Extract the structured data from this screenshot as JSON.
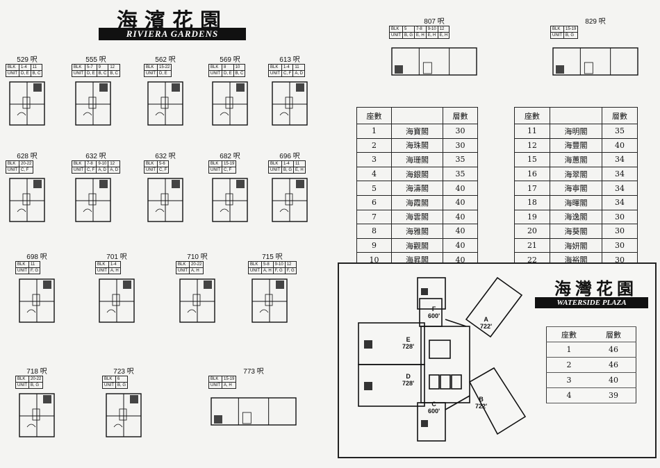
{
  "riviera": {
    "title_cn": "海濱花園",
    "title_en": "RIVIERA GARDENS",
    "plans": [
      {
        "area": "529 呎",
        "blk": [
          "1-4",
          "11"
        ],
        "unit": [
          "D, E",
          "B, C"
        ]
      },
      {
        "area": "555 呎",
        "blk": [
          "5-7",
          "9",
          "12"
        ],
        "unit": [
          "D, E",
          "B, C",
          "B, C"
        ]
      },
      {
        "area": "562 呎",
        "blk": [
          "15-22"
        ],
        "unit": [
          "D, E"
        ]
      },
      {
        "area": "569 呎",
        "blk": [
          "8",
          "10"
        ],
        "unit": [
          "D, E",
          "B, C"
        ]
      },
      {
        "area": "613 呎",
        "blk": [
          "1-4",
          "11"
        ],
        "unit": [
          "C, F",
          "A, D"
        ]
      },
      {
        "area": "628 呎",
        "blk": [
          "20-22"
        ],
        "unit": [
          "C, F"
        ]
      },
      {
        "area": "632 呎",
        "blk": [
          "7-8",
          "9-10",
          "12"
        ],
        "unit": [
          "C, F",
          "A, D",
          "A, D"
        ]
      },
      {
        "area": "632 呎",
        "blk": [
          "5-6"
        ],
        "unit": [
          "C, F"
        ]
      },
      {
        "area": "682 呎",
        "blk": [
          "15-19"
        ],
        "unit": [
          "C, F"
        ]
      },
      {
        "area": "696 呎",
        "blk": [
          "1-4",
          "11"
        ],
        "unit": [
          "B, G",
          "E, H"
        ]
      },
      {
        "area": "698 呎",
        "blk": [
          "11"
        ],
        "unit": [
          "F, G"
        ]
      },
      {
        "area": "701 呎",
        "blk": [
          "1-4"
        ],
        "unit": [
          "A, H"
        ]
      },
      {
        "area": "710 呎",
        "blk": [
          "20-22"
        ],
        "unit": [
          "A, H"
        ]
      },
      {
        "area": "715 呎",
        "blk": [
          "5-8",
          "9-10",
          "12"
        ],
        "unit": [
          "A, H",
          "F, G",
          "F, G"
        ]
      },
      {
        "area": "718 呎",
        "blk": [
          "20-22"
        ],
        "unit": [
          "B, G"
        ]
      },
      {
        "area": "723 呎",
        "blk": [
          "6"
        ],
        "unit": [
          "B, G"
        ]
      },
      {
        "area": "773 呎",
        "blk": [
          "15-19"
        ],
        "unit": [
          "A, H"
        ]
      },
      {
        "area": "807 呎",
        "blk": [
          "5",
          "7-8",
          "9-10",
          "12"
        ],
        "unit": [
          "B, G",
          "E, H",
          "E, H",
          "E, H"
        ]
      },
      {
        "area": "829 呎",
        "blk": [
          "15-19"
        ],
        "unit": [
          "B, G"
        ]
      }
    ],
    "blk_label": "BLK",
    "unit_label": "UNIT",
    "table_headers": {
      "block": "座數",
      "floors": "層數"
    },
    "table_left": [
      {
        "no": "1",
        "name": "海寶閣",
        "floors": "30"
      },
      {
        "no": "2",
        "name": "海珠閣",
        "floors": "30"
      },
      {
        "no": "3",
        "name": "海珊閣",
        "floors": "35"
      },
      {
        "no": "4",
        "name": "海銀閣",
        "floors": "35"
      },
      {
        "no": "5",
        "name": "海濤閣",
        "floors": "40"
      },
      {
        "no": "6",
        "name": "海霞閣",
        "floors": "40"
      },
      {
        "no": "7",
        "name": "海雲閣",
        "floors": "40"
      },
      {
        "no": "8",
        "name": "海雅閣",
        "floors": "40"
      },
      {
        "no": "9",
        "name": "海觀閣",
        "floors": "40"
      },
      {
        "no": "10",
        "name": "海昇閣",
        "floors": "40"
      }
    ],
    "table_right": [
      {
        "no": "11",
        "name": "海明閣",
        "floors": "35"
      },
      {
        "no": "12",
        "name": "海豐閣",
        "floors": "40"
      },
      {
        "no": "15",
        "name": "海蕙閣",
        "floors": "34"
      },
      {
        "no": "16",
        "name": "海翠閣",
        "floors": "34"
      },
      {
        "no": "17",
        "name": "海寧閣",
        "floors": "34"
      },
      {
        "no": "18",
        "name": "海暉閣",
        "floors": "34"
      },
      {
        "no": "19",
        "name": "海逸閣",
        "floors": "30"
      },
      {
        "no": "20",
        "name": "海葵閣",
        "floors": "30"
      },
      {
        "no": "21",
        "name": "海妍閣",
        "floors": "30"
      },
      {
        "no": "22",
        "name": "海裕閣",
        "floors": "30"
      }
    ]
  },
  "waterside": {
    "title_cn": "海灣花園",
    "title_en": "WATERSIDE PLAZA",
    "table_headers": {
      "block": "座數",
      "floors": "層數"
    },
    "table": [
      {
        "no": "1",
        "floors": "46"
      },
      {
        "no": "2",
        "floors": "46"
      },
      {
        "no": "3",
        "floors": "40"
      },
      {
        "no": "4",
        "floors": "39"
      }
    ],
    "units": [
      {
        "letter": "F",
        "area": "600'"
      },
      {
        "letter": "A",
        "area": "722'"
      },
      {
        "letter": "E",
        "area": "728'"
      },
      {
        "letter": "D",
        "area": "728'"
      },
      {
        "letter": "C",
        "area": "600'"
      },
      {
        "letter": "B",
        "area": "722'"
      }
    ]
  }
}
